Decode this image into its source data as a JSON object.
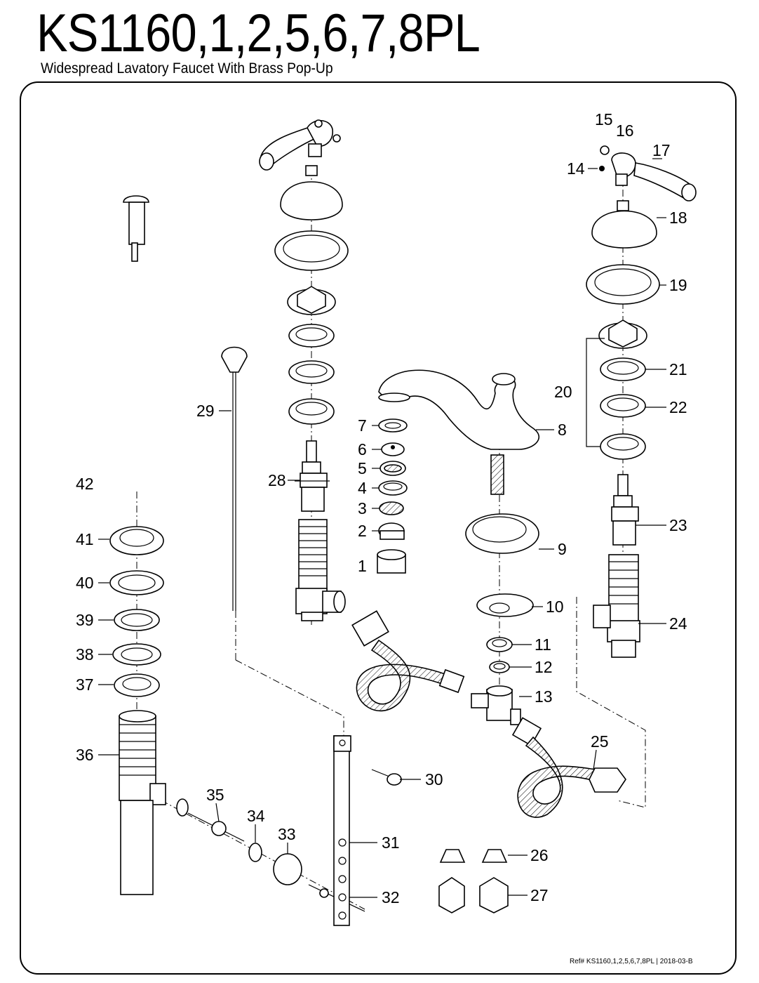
{
  "header": {
    "model": "KS1160,1,2,5,6,7,8PL",
    "description": "Widespread Lavatory Faucet With Brass Pop-Up"
  },
  "callouts": {
    "p1": "1",
    "p2": "2",
    "p3": "3",
    "p4": "4",
    "p5": "5",
    "p6": "6",
    "p7": "7",
    "p8": "8",
    "p9": "9",
    "p10": "10",
    "p11": "11",
    "p12": "12",
    "p13": "13",
    "p14": "14",
    "p15": "15",
    "p16": "16",
    "p17": "17",
    "p18": "18",
    "p19": "19",
    "p20": "20",
    "p21": "21",
    "p22": "22",
    "p23": "23",
    "p24": "24",
    "p25": "25",
    "p26": "26",
    "p27": "27",
    "p28": "28",
    "p29": "29",
    "p30": "30",
    "p31": "31",
    "p32": "32",
    "p33": "33",
    "p34": "34",
    "p35": "35",
    "p36": "36",
    "p37": "37",
    "p38": "38",
    "p39": "39",
    "p40": "40",
    "p41": "41",
    "p42": "42"
  },
  "footer": {
    "reference": "Ref# KS1160,1,2,5,6,7,8PL | 2018-03-B"
  }
}
